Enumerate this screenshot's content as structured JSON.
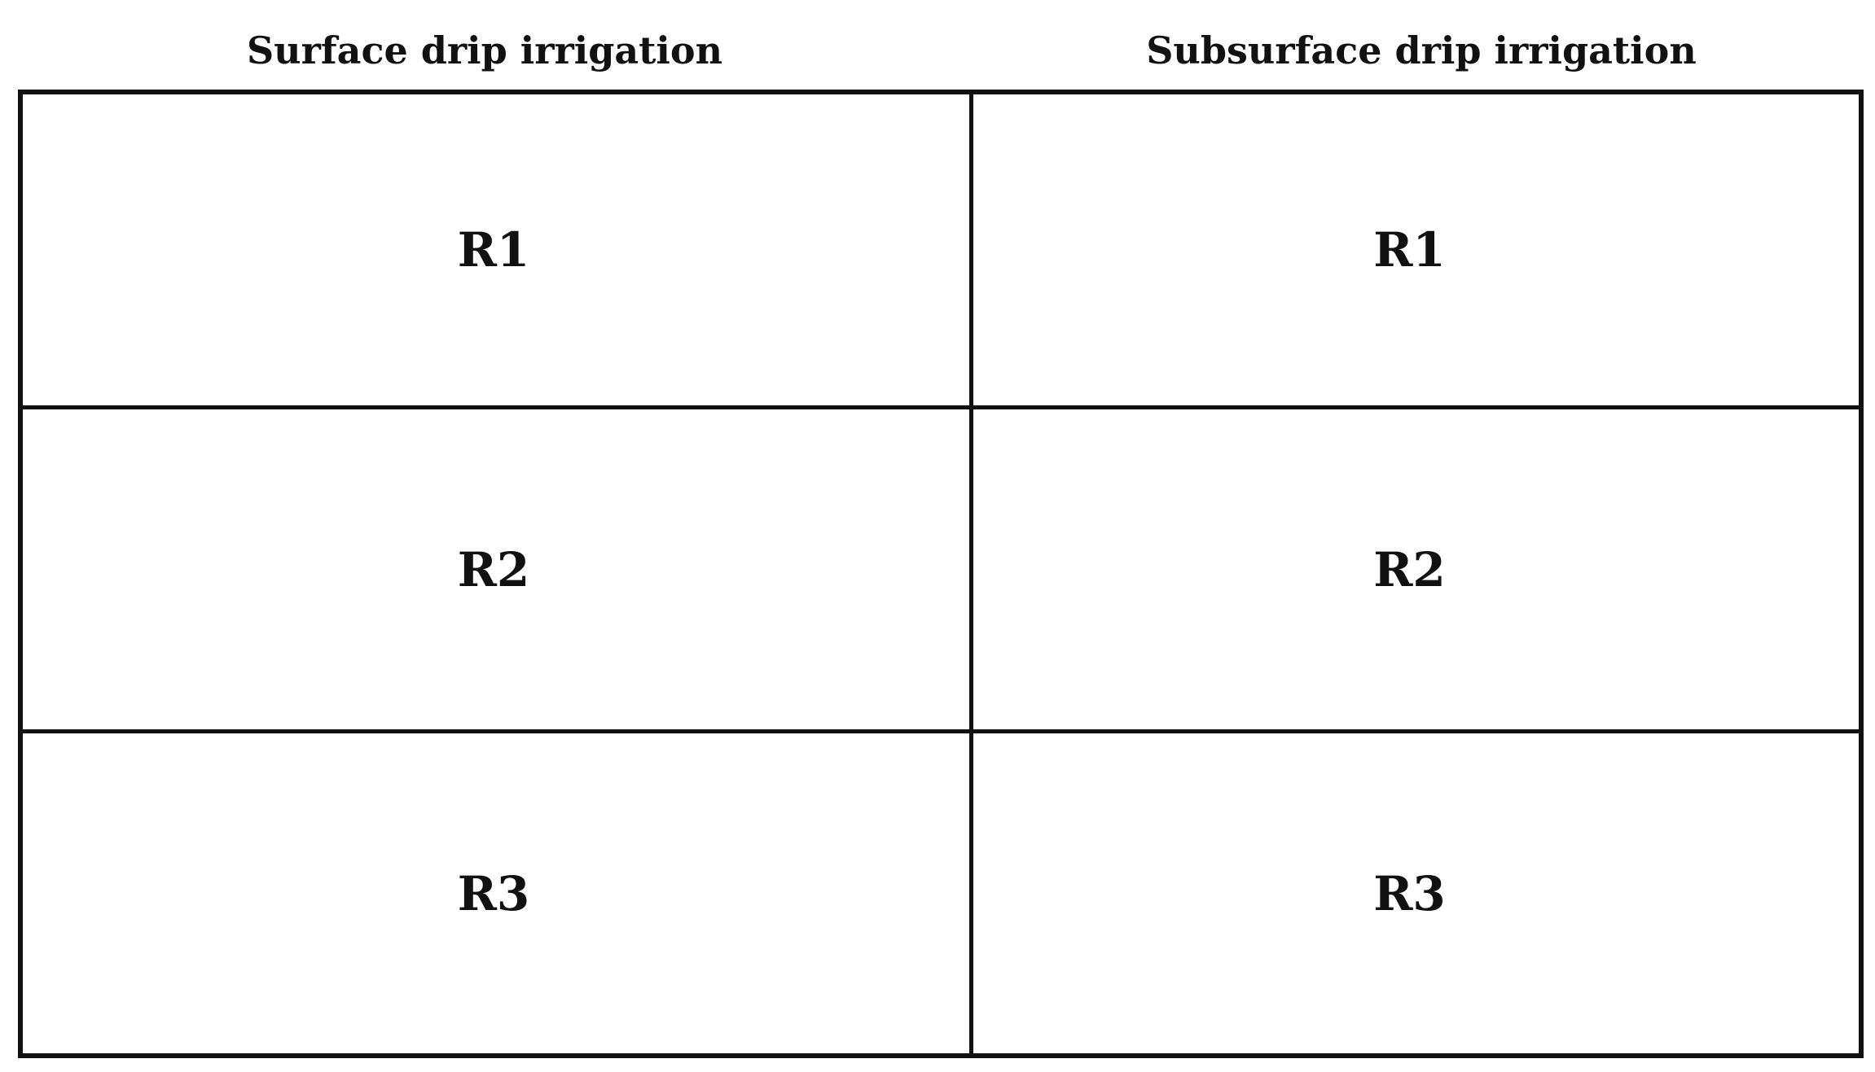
{
  "columns": [
    {
      "header": "Surface drip irrigation"
    },
    {
      "header": "Subsurface drip irrigation"
    }
  ],
  "rows": [
    "R1",
    "R2",
    "R3"
  ],
  "colors": {
    "line": "#111111",
    "text": "#111111",
    "background": "#ffffff"
  }
}
